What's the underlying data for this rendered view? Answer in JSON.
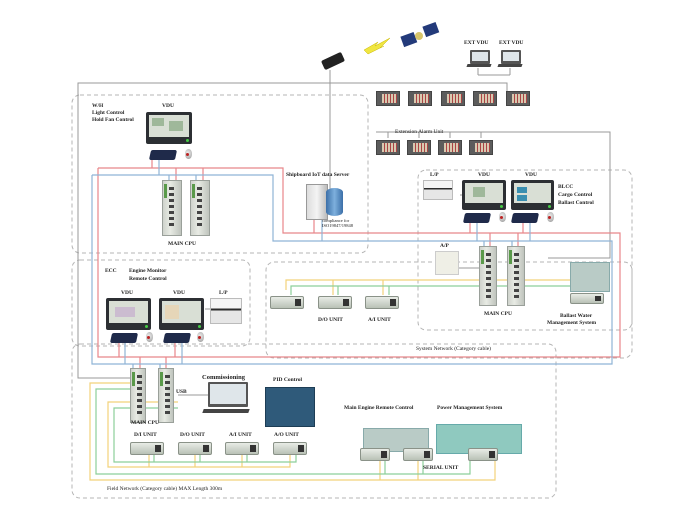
{
  "diagram": {
    "title": "Ship Integrated Monitoring & Control System Network",
    "wheelhouse": {
      "label_lines": [
        "W/H",
        "Light Control",
        "Hold Fan Control"
      ],
      "vdu_label": "VDU",
      "cpu_label": "MAIN CPU"
    },
    "iot_server": {
      "label": "Shipboard IoT data Server",
      "note_lines": [
        "compliance for",
        "ISO19847/19848"
      ]
    },
    "ext_vdu": [
      "EXT VDU",
      "EXT VDU"
    ],
    "alarm_unit_label": "Extension Alarm Unit",
    "blcc": {
      "label_lines": [
        "BLCC",
        "Cargo Control",
        "Ballast Control"
      ],
      "printer_label": "L/P",
      "vdu_labels": [
        "VDU",
        "VDU"
      ]
    },
    "cargo_io": {
      "ap_label": "A/P",
      "units": [
        "D/O UNIT",
        "A/I UNIT"
      ],
      "cpu_label": "MAIN CPU",
      "bwms_lines": [
        "Ballast Water",
        "Management System"
      ]
    },
    "ecc": {
      "label": "ECC",
      "desc_lines": [
        "Engine Monitor",
        "Remote Control"
      ],
      "vdu_labels": [
        "VDU",
        "VDU"
      ],
      "printer_label": "L/P"
    },
    "system_network_label": "System Network (Category cable)",
    "engine_room": {
      "cpu_label": "MAIN CPU",
      "usb_label": "USB",
      "commissioning_label": "Commissioning",
      "pid_label": "PID Control",
      "units": [
        "D/I UNIT",
        "D/O UNIT",
        "A/I UNIT",
        "A/O UNIT"
      ],
      "merc_label": "Main Engine Remote Control",
      "pms_label": "Power Management System",
      "serial_label": "SERIAL UNIT",
      "field_network_label": "Field Network (Category cable)  MAX Length 300m"
    },
    "colors": {
      "system_red": "#e8868a",
      "system_blue": "#8fb4d6",
      "field_yellow": "#f2d27a",
      "field_green": "#8ccf9a",
      "gray_line": "#999999",
      "dashed_border": "#b5b5b5"
    }
  }
}
